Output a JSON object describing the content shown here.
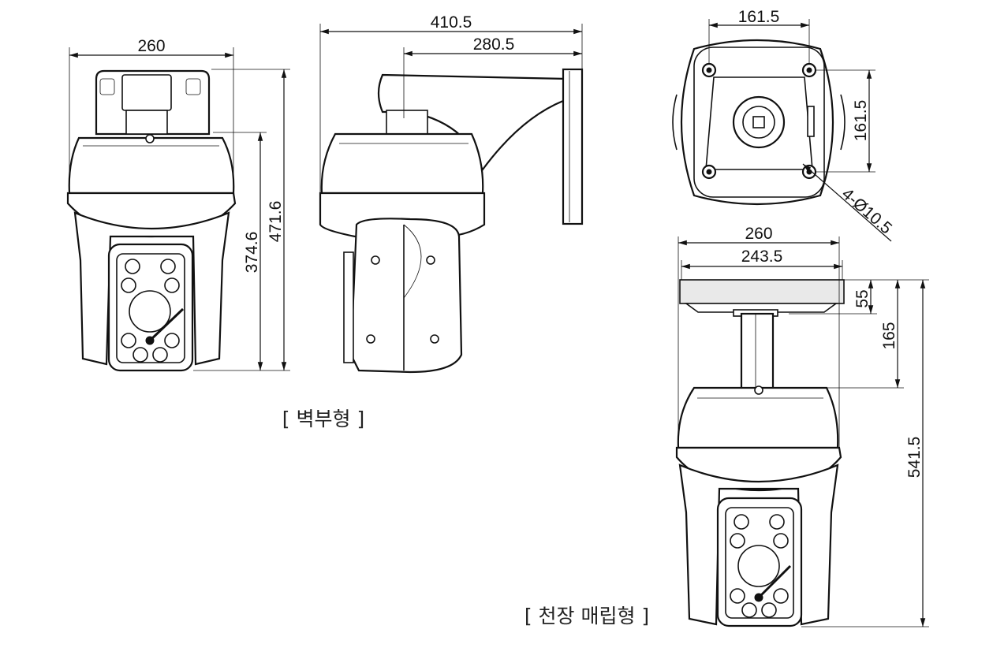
{
  "dimensions": {
    "wall_front_width": "260",
    "wall_side_total": "410.5",
    "wall_side_arm": "280.5",
    "wall_front_height_body": "374.6",
    "wall_front_height_total": "471.6",
    "mount_plate_width": "161.5",
    "mount_plate_height": "161.5",
    "mount_holes": "4-Ø10.5",
    "ceiling_width": "260",
    "ceiling_plate_width": "243.5",
    "ceiling_plate_height": "55",
    "ceiling_pipe_height": "165",
    "ceiling_total_height": "541.5"
  },
  "captions": {
    "wall_mount": "[ 벽부형 ]",
    "ceiling_mount": "[ 천장 매립형 ]"
  }
}
